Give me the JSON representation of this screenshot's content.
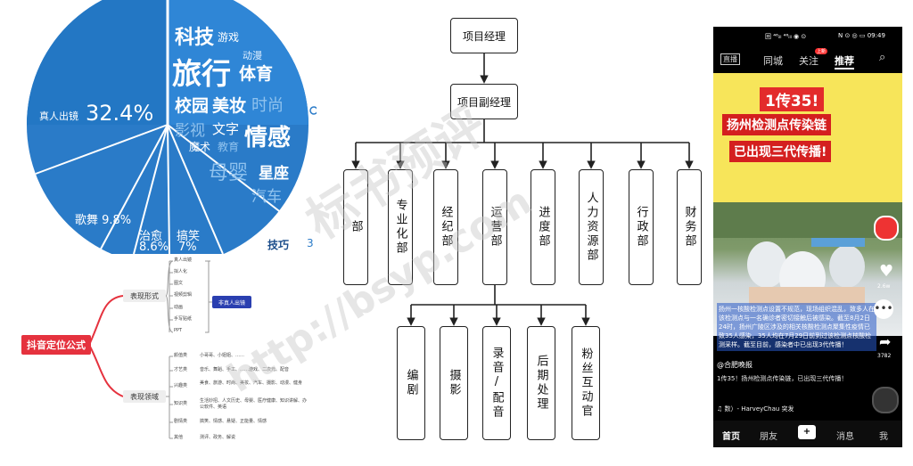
{
  "pie": {
    "labels": [
      {
        "text": "科技",
        "size": 22,
        "bold": true
      },
      {
        "text": "游戏",
        "size": 12
      },
      {
        "text": "动漫",
        "size": 11
      },
      {
        "text": "旅行",
        "size": 34,
        "bold": true
      },
      {
        "text": "体育",
        "size": 20,
        "bold": true
      },
      {
        "text": "校园",
        "size": 20,
        "bold": true
      },
      {
        "text": "美妆",
        "size": 20,
        "bold": true
      },
      {
        "text": "时尚",
        "size": 18
      },
      {
        "text": "影视",
        "size": 18
      },
      {
        "text": "文字",
        "size": 16
      },
      {
        "text": "情感",
        "size": 26,
        "bold": true
      },
      {
        "text": "魔术",
        "size": 12
      },
      {
        "text": "教育",
        "size": 12
      },
      {
        "text": "母婴",
        "size": 22
      },
      {
        "text": "星座",
        "size": 18,
        "bold": true
      },
      {
        "text": "汽车",
        "size": 18
      },
      {
        "text": "真人出镜",
        "size": 11
      },
      {
        "text": "32.4%",
        "size": 24
      },
      {
        "text": "歌舞 9.8%",
        "size": 13
      },
      {
        "text": "治愈",
        "size": 13
      },
      {
        "text": "8.6%",
        "size": 13
      },
      {
        "text": "搞笑",
        "size": 13
      },
      {
        "text": "7%",
        "size": 13
      },
      {
        "text": "技巧",
        "size": 12
      },
      {
        "text": "3",
        "size": 12
      }
    ],
    "colors": {
      "blue": "#2a7bc8",
      "light": "#7fb6e6",
      "white": "#ffffff",
      "dark": "#1a4c8a"
    }
  },
  "mind": {
    "root": "抖音定位公式",
    "branch1": "表现形式",
    "branch2": "表现领域",
    "forms": [
      "真人出镜",
      "拟人化",
      "图文",
      "视频剪辑",
      "动画",
      "手写贴纸",
      "PPT"
    ],
    "highlight": "非真人出镜",
    "fields": [
      {
        "name": "颜值类",
        "desc": "小哥哥、小姐姐、……"
      },
      {
        "name": "才艺类",
        "desc": "音乐、舞蹈、手工、……游戏、二次元、配音"
      },
      {
        "name": "兴趣类",
        "desc": "美食、旅游、时尚、美妆、汽车、摄影、动漫、健身"
      },
      {
        "name": "知识类",
        "desc": "生活妙招、人文历史、母婴、医疗健康、知识讲解、办公软件、英语"
      },
      {
        "name": "剧情类",
        "desc": "搞笑、情感、悬疑、正能量、情感"
      },
      {
        "name": "其他",
        "desc": "测评、政务、解说"
      }
    ],
    "colors": {
      "root": "#e5323e",
      "highlight": "#2a3fb0"
    }
  },
  "org": {
    "manager": "项目经理",
    "deputy": "项目副经理",
    "departments": [
      "部",
      "专业化部",
      "经纪部",
      "运营部",
      "进度部",
      "人力资源部",
      "行政部",
      "财务部"
    ],
    "subunits": [
      "编剧",
      "摄影",
      "录音/配音",
      "后期处理",
      "粉丝互动官"
    ],
    "watermarks": [
      "标书预评",
      "http://bsyp.com"
    ]
  },
  "phone": {
    "status": {
      "left": "回 ⁴⁶ᵢₗₗ ⁴⁶ᵢₗₗ ◉ ⊙",
      "right": "N ⊙ ◎ ▭ 09:49"
    },
    "nav": {
      "live": "直播",
      "city": "同城",
      "follow": "关注",
      "badge": "上新",
      "recommend": "推荐"
    },
    "headline": {
      "line1": "1传35!",
      "line2": "扬州检测点传染链",
      "line3": "已出现三代传播!"
    },
    "caption_text": "扬州一核酸检测点设置不规范，现场组织混乱，致多人在该检测点与一名确诊者密切接触后被感染。截至8月2日24时，扬州广陵区涉及的相关核酸检测点聚集性疫情已致35人感染，35人均在7月29日前到过该检测点核酸检测采样。截至目前，感染者中已出现3代传播！",
    "side": {
      "likes": "2.6w",
      "shares": "3782"
    },
    "author": "@合肥晚报",
    "desc": "1传35！扬州检测点传染链，已出现三代传播！",
    "music": "♫ 数）- HarveyChau   突发",
    "bottom": [
      "首页",
      "朋友",
      "+",
      "消息",
      "我"
    ]
  }
}
